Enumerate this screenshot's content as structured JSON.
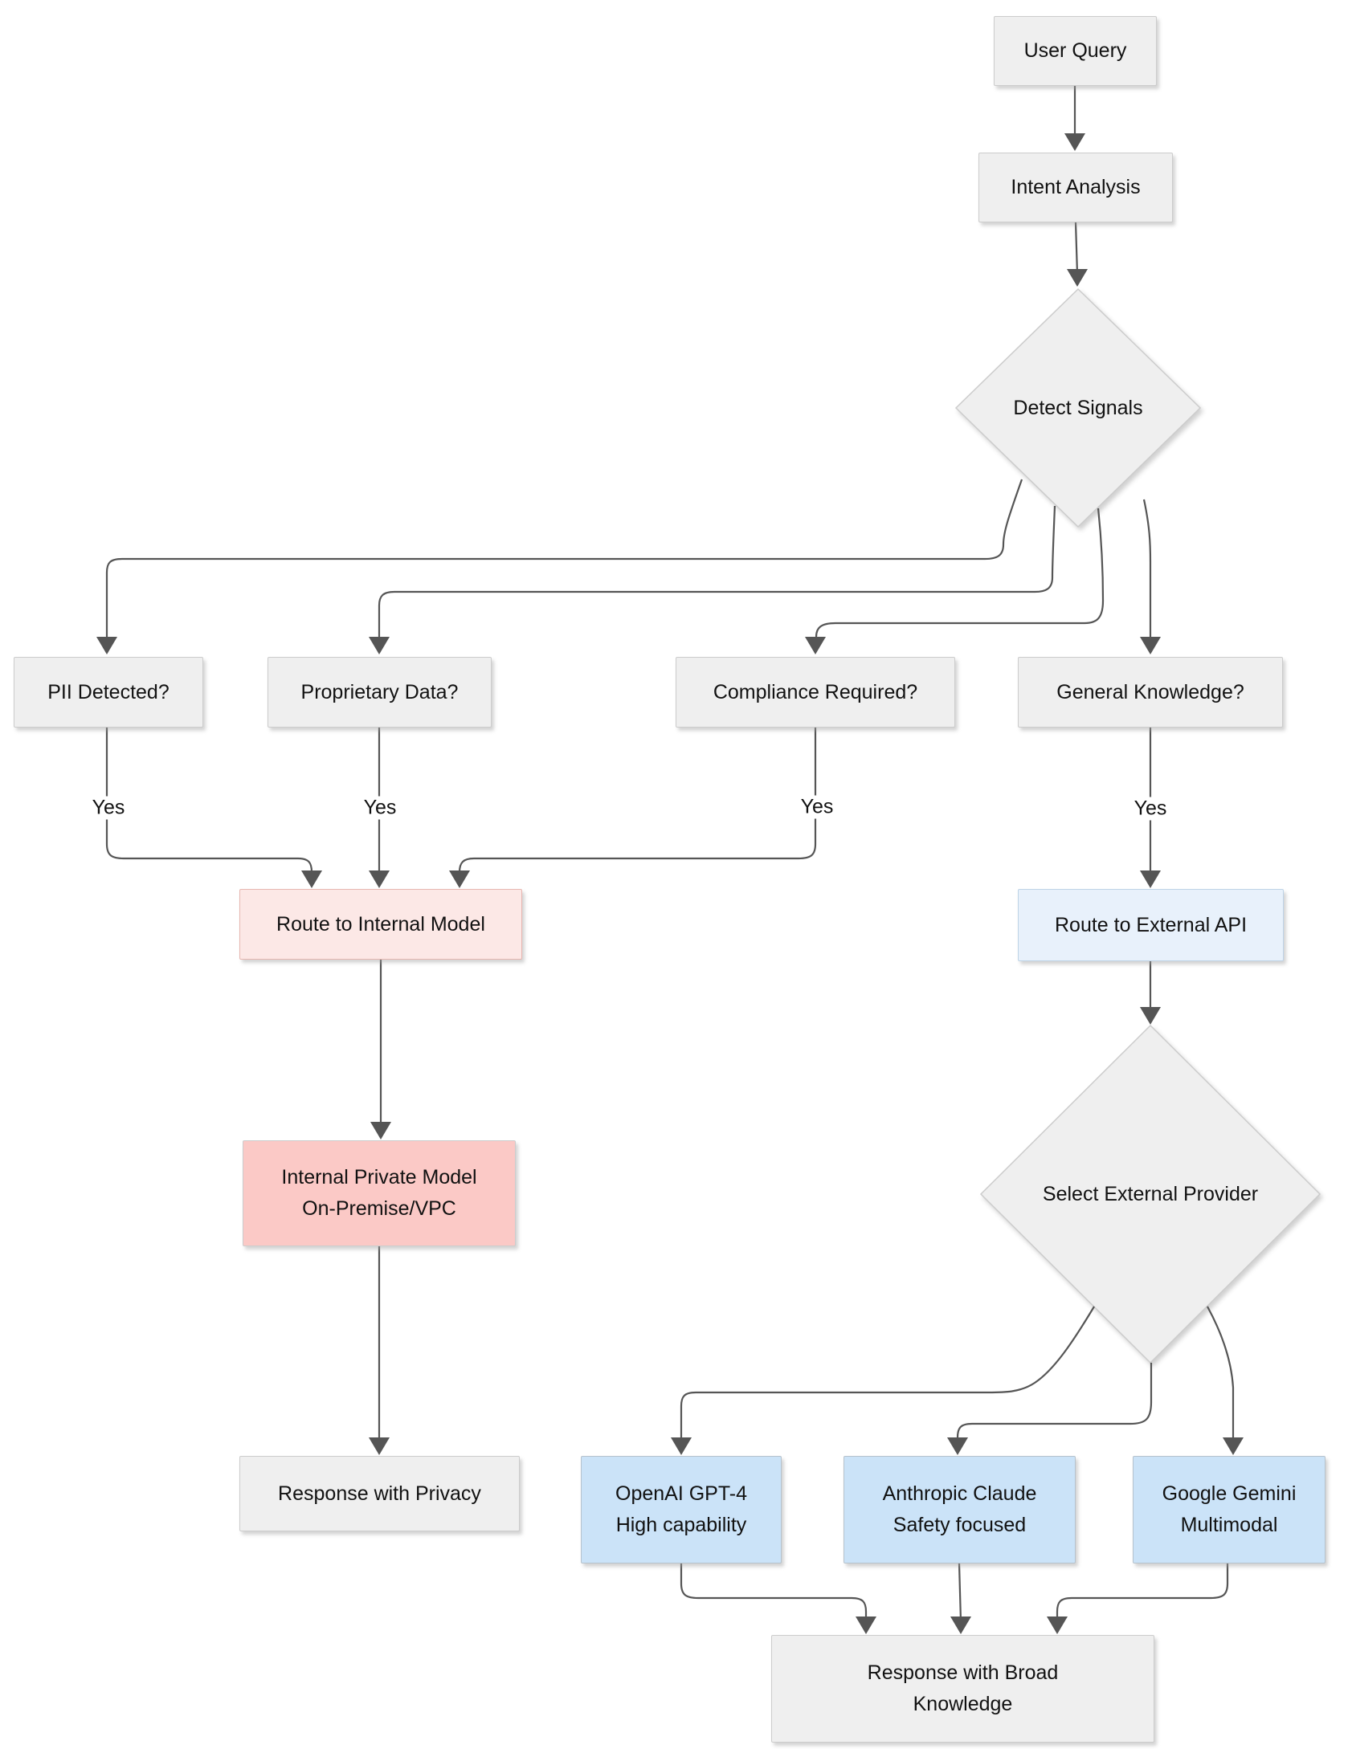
{
  "diagram": {
    "background": "#ffffff",
    "nodes": {
      "user_query": {
        "label": "User Query"
      },
      "intent_analysis": {
        "label": "Intent Analysis"
      },
      "detect_signals": {
        "label": "Detect Signals"
      },
      "pii": {
        "label": "PII Detected?"
      },
      "proprietary": {
        "label": "Proprietary Data?"
      },
      "compliance": {
        "label": "Compliance Required?"
      },
      "general": {
        "label": "General Knowledge?"
      },
      "route_internal": {
        "label": "Route to Internal Model"
      },
      "route_external": {
        "label": "Route to External API"
      },
      "internal_model": {
        "line1": "Internal Private Model",
        "line2": "On-Premise/VPC"
      },
      "select_provider": {
        "label": "Select External Provider"
      },
      "response_privacy": {
        "label": "Response with Privacy"
      },
      "openai": {
        "line1": "OpenAI GPT-4",
        "line2": "High capability"
      },
      "anthropic": {
        "line1": "Anthropic Claude",
        "line2": "Safety focused"
      },
      "google": {
        "line1": "Google Gemini",
        "line2": "Multimodal"
      },
      "response_broad": {
        "line1": "Response with Broad",
        "line2": "Knowledge"
      }
    },
    "edge_labels": {
      "pii_yes": "Yes",
      "proprietary_yes": "Yes",
      "compliance_yes": "Yes",
      "general_yes": "Yes"
    },
    "colors": {
      "background": "#ffffff",
      "text": "#111111",
      "edge": "#555555",
      "node_fill": "#efefef",
      "node_border": "#cccccc",
      "pink_light_fill": "#fce8e6",
      "pink_light_border": "#e7b6b0",
      "red_fill": "#fbc9c6",
      "red_border": "#cccccc",
      "blue_light_fill": "#e8f1fb",
      "blue_light_border": "#bed3e6",
      "blue_fill": "#cbe3f8",
      "blue_border": "#b6c2cc"
    }
  }
}
